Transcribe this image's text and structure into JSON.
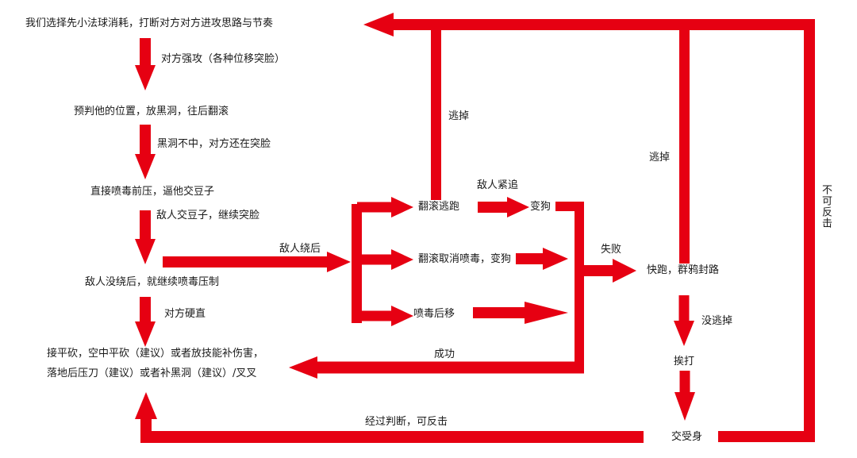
{
  "accent_color": "#e60012",
  "nodes": {
    "start": "我们选择先小法球消耗，打断对方对方进攻思路与节奏",
    "predict": "预判他的位置，放黑洞，往后翻滚",
    "push": "直接喷毒前压，逼他交豆子",
    "no_flank": "敌人没绕后，就继续喷毒压制",
    "combo_line1": "接平砍，空中平砍（建议）或者放技能补伤害，",
    "combo_line2": "落地后压刀（建议）或者补黑洞（建议）/叉叉",
    "roll_escape": "翻滚逃跑",
    "dog": "变狗",
    "roll_cancel": "翻滚取消喷毒，变狗",
    "spit_back": "喷毒后移",
    "run_crows": "快跑，群鸦封路",
    "get_hit": "挨打",
    "use_cleanse": "交受身"
  },
  "edges": {
    "enemy_engage": "对方强攻（各种位移突脸）",
    "miss_hole": "黑洞不中，对方还在突脸",
    "enemy_bean": "敌人交豆子，继续突脸",
    "stunned": "对方硬直",
    "enemy_flank": "敌人绕后",
    "escaped_1": "逃掉",
    "escaped_2": "逃掉",
    "enemy_chase": "敌人紧追",
    "fail": "失败",
    "success": "成功",
    "not_escaped": "没逃掉",
    "counter": "经过判断，可反击",
    "no_counter": "不可反击"
  }
}
